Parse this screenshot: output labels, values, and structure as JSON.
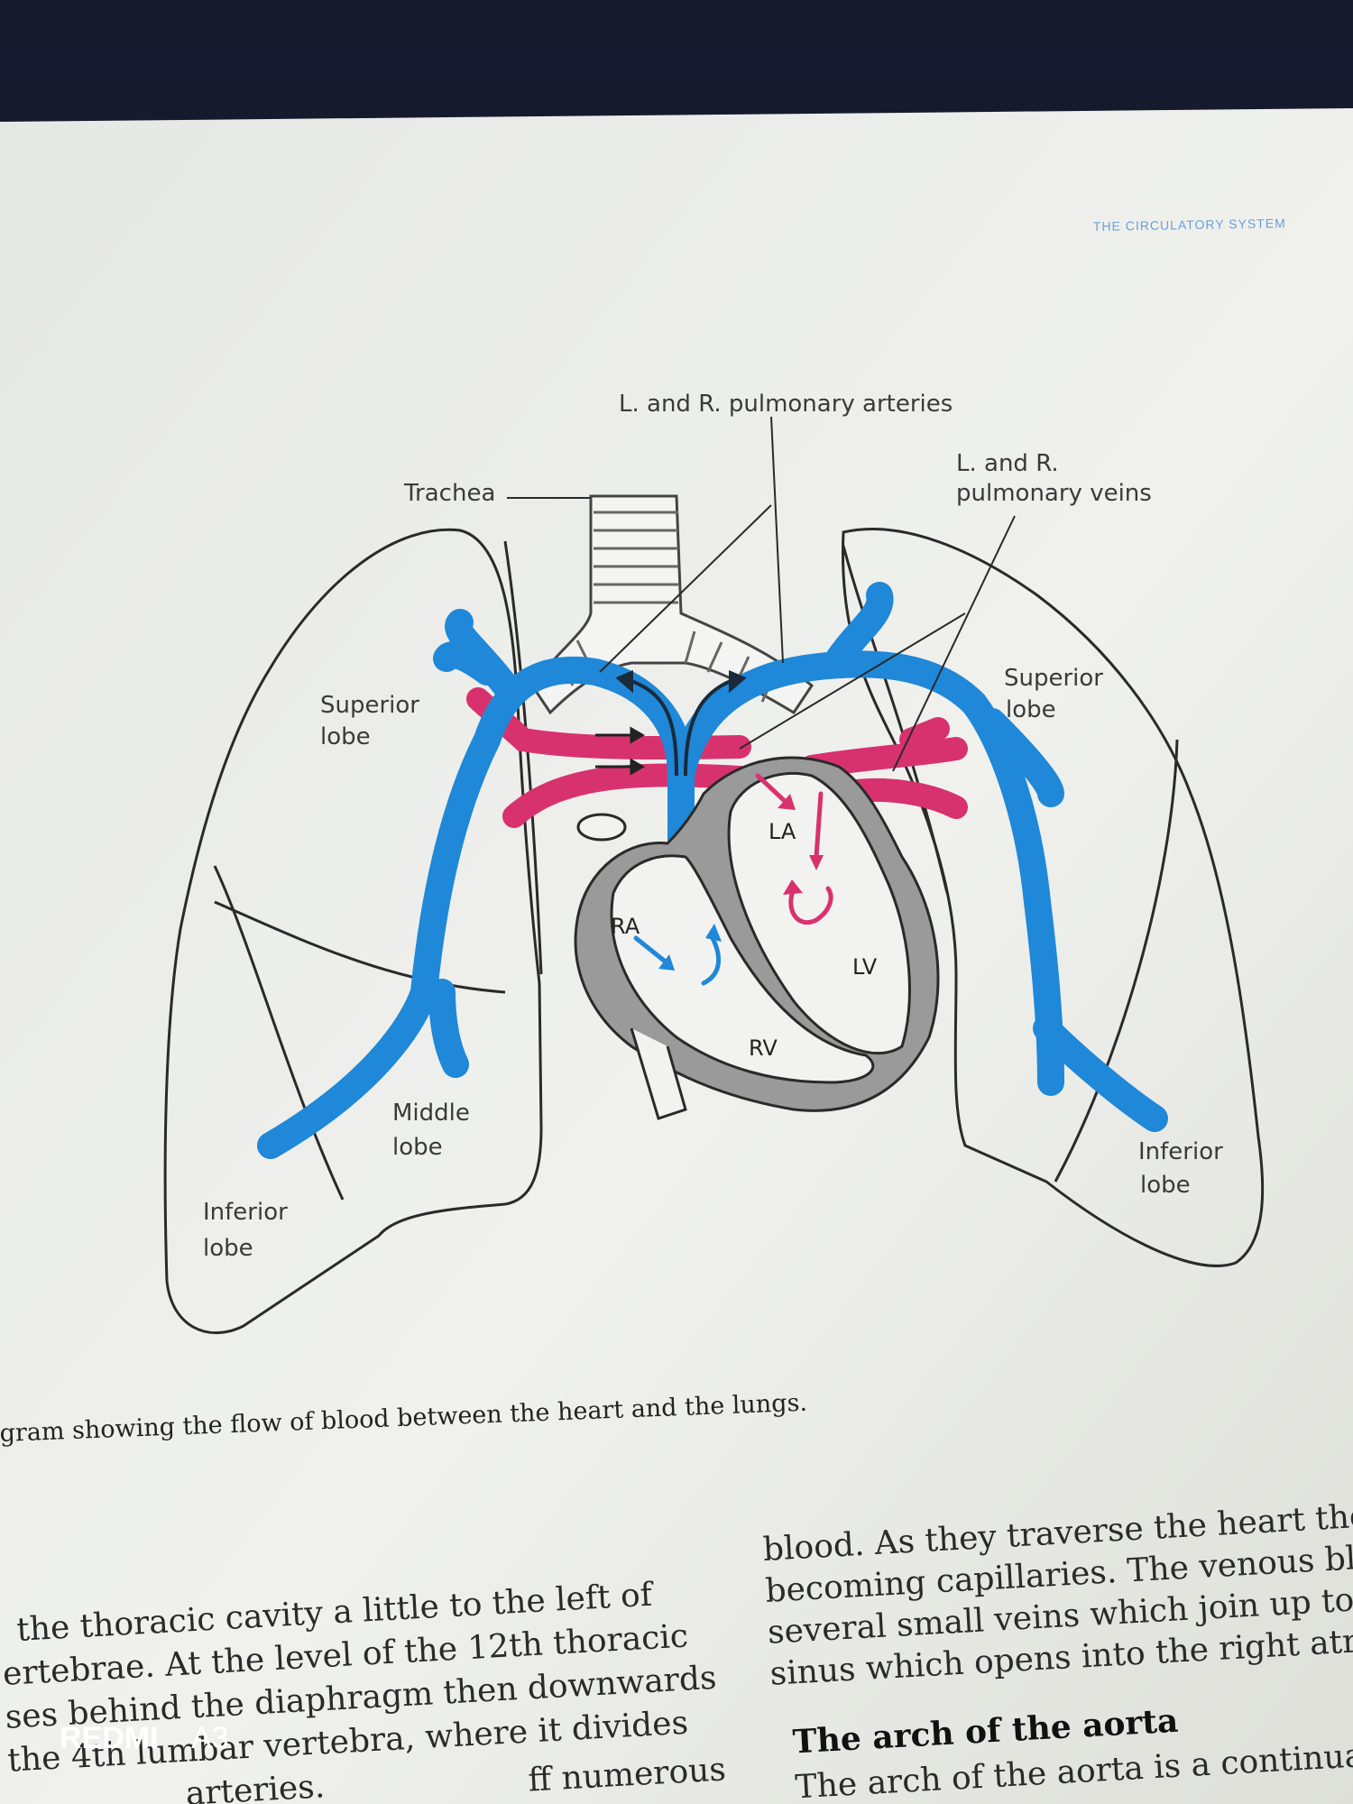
{
  "running_head": "THE CIRCULATORY SYSTEM",
  "figure": {
    "labels": {
      "pulmonary_arteries": "L. and R. pulmonary arteries",
      "trachea": "Trachea",
      "pulmonary_veins_line1": "L. and R.",
      "pulmonary_veins_line2": "pulmonary veins",
      "left_superior_1": "Superior",
      "left_superior_2": "lobe",
      "right_superior_1": "Superior",
      "right_superior_2": "lobe",
      "middle_1": "Middle",
      "middle_2": "lobe",
      "left_inferior_1": "Inferior",
      "left_inferior_2": "lobe",
      "right_inferior_1": "Inferior",
      "right_inferior_2": "lobe",
      "ra": "RA",
      "la": "LA",
      "lv": "LV",
      "rv": "RV"
    },
    "caption": "gram showing the flow of blood between the heart and the lungs.",
    "colors": {
      "deoxygenated": "#1f88d8",
      "oxygenated": "#d8326e",
      "heart_wall": "#8a8a8a"
    }
  },
  "text": {
    "left_col": [
      "the thoracic cavity a little to the left of",
      "ertebrae. At the level of the 12th thoracic",
      "ses behind the diaphragm then downwards",
      "the 4th lumbar vertebra, where it divides",
      "arteries."
    ],
    "left_col_tail": "ff numerous",
    "right_col": [
      "blood. As they traverse the heart they br",
      "becoming capillaries. The venous bloo",
      "several small veins which join up to",
      "sinus which opens into the right atrium"
    ],
    "heading": "The arch of the aorta",
    "heading_body": "The arch of the aorta is a continuatio"
  },
  "watermark": {
    "brand": "REDMI",
    "model": "A3"
  }
}
